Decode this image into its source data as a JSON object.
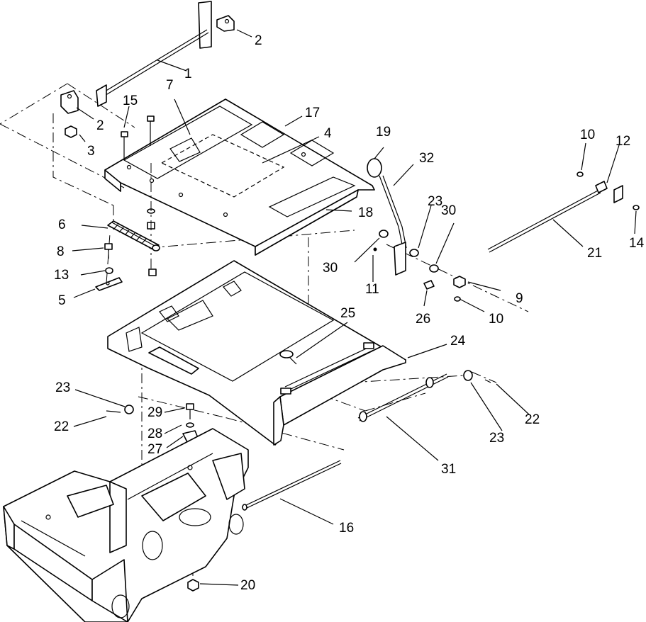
{
  "diagram": {
    "callouts": [
      "1",
      "2",
      "2",
      "3",
      "4",
      "5",
      "6",
      "7",
      "8",
      "9",
      "10",
      "10",
      "11",
      "12",
      "13",
      "14",
      "15",
      "16",
      "17",
      "18",
      "19",
      "20",
      "21",
      "22",
      "22",
      "23",
      "23",
      "23",
      "24",
      "25",
      "26",
      "27",
      "28",
      "29",
      "30",
      "30",
      "31",
      "32"
    ]
  }
}
